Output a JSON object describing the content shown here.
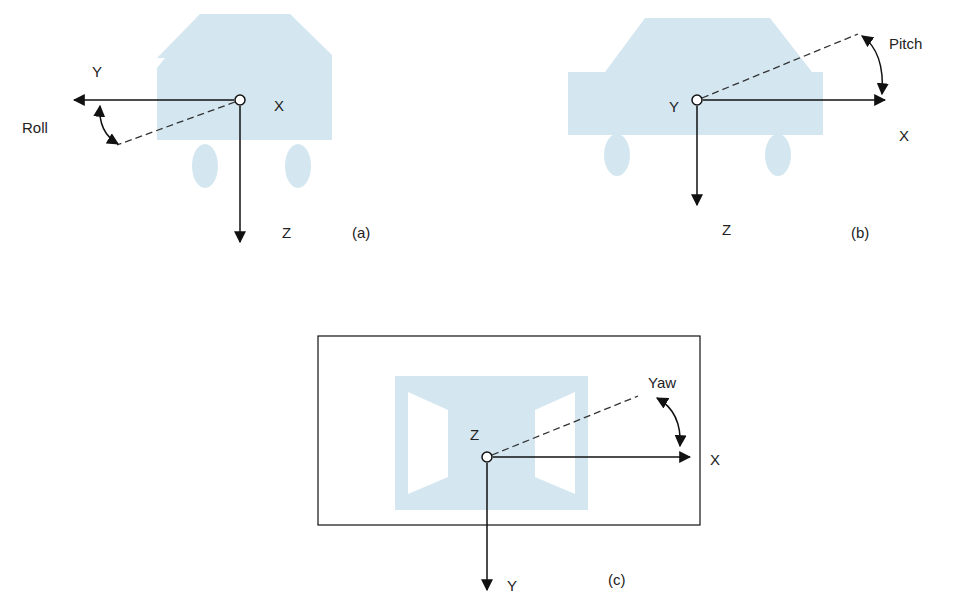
{
  "diagram": {
    "labels": [
      "Y",
      "X",
      "Roll",
      "Z",
      "(a)",
      "Pitch",
      "Y",
      "X",
      "Z",
      "(b)",
      "Yaw",
      "Z",
      "X",
      "Y",
      "(c)"
    ]
  }
}
